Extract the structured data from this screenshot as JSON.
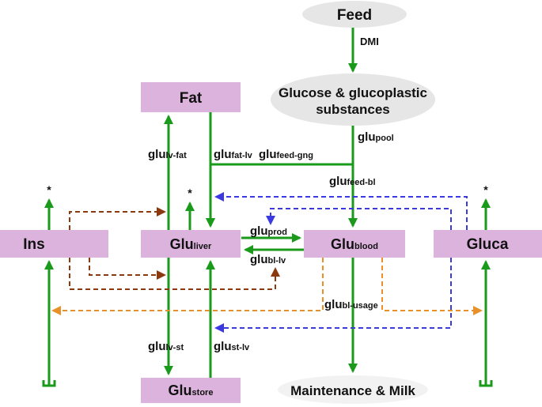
{
  "nodes": {
    "feed": "Feed",
    "glucose_line1": "Glucose & glucoplastic",
    "glucose_line2": "substances",
    "fat": "Fat",
    "ins": "Ins",
    "gluca": "Gluca",
    "glu_liver": {
      "main": "Glu",
      "sub": "liver"
    },
    "glu_blood": {
      "main": "Glu",
      "sub": "blood"
    },
    "glu_store": {
      "main": "Glu",
      "sub": "store"
    },
    "maintenance": "Maintenance & Milk"
  },
  "flows": {
    "dmi": "DMI",
    "glu_pool": {
      "main": "glu",
      "sub": "pool"
    },
    "glu_feed_gng": {
      "main": "glu",
      "sub": "feed-gng"
    },
    "glu_feed_bl": {
      "main": "glu",
      "sub": "feed-bl"
    },
    "glu_lv_fat": {
      "main": "glu",
      "sub": "lv-fat"
    },
    "glu_fat_lv": {
      "main": "glu",
      "sub": "fat-lv"
    },
    "glu_prod": {
      "main": "glu",
      "sub": "prod"
    },
    "glu_bl_lv": {
      "main": "glu",
      "sub": "bl-lv"
    },
    "glu_bl_usage": {
      "main": "glu",
      "sub": "bl-usage"
    },
    "glu_lv_st": {
      "main": "glu",
      "sub": "lv-st"
    },
    "glu_st_lv": {
      "main": "glu",
      "sub": "st-lv"
    }
  },
  "markers": {
    "asterisk": "*"
  },
  "colors": {
    "box_fill": "#dcb3dc",
    "ellipse_fill": "#e6e6e6",
    "flow_green": "#1a9a1a",
    "insulin_brown": "#8b3a10",
    "glucagon_blue": "#3a3ae0",
    "usage_orange": "#e8902a"
  }
}
